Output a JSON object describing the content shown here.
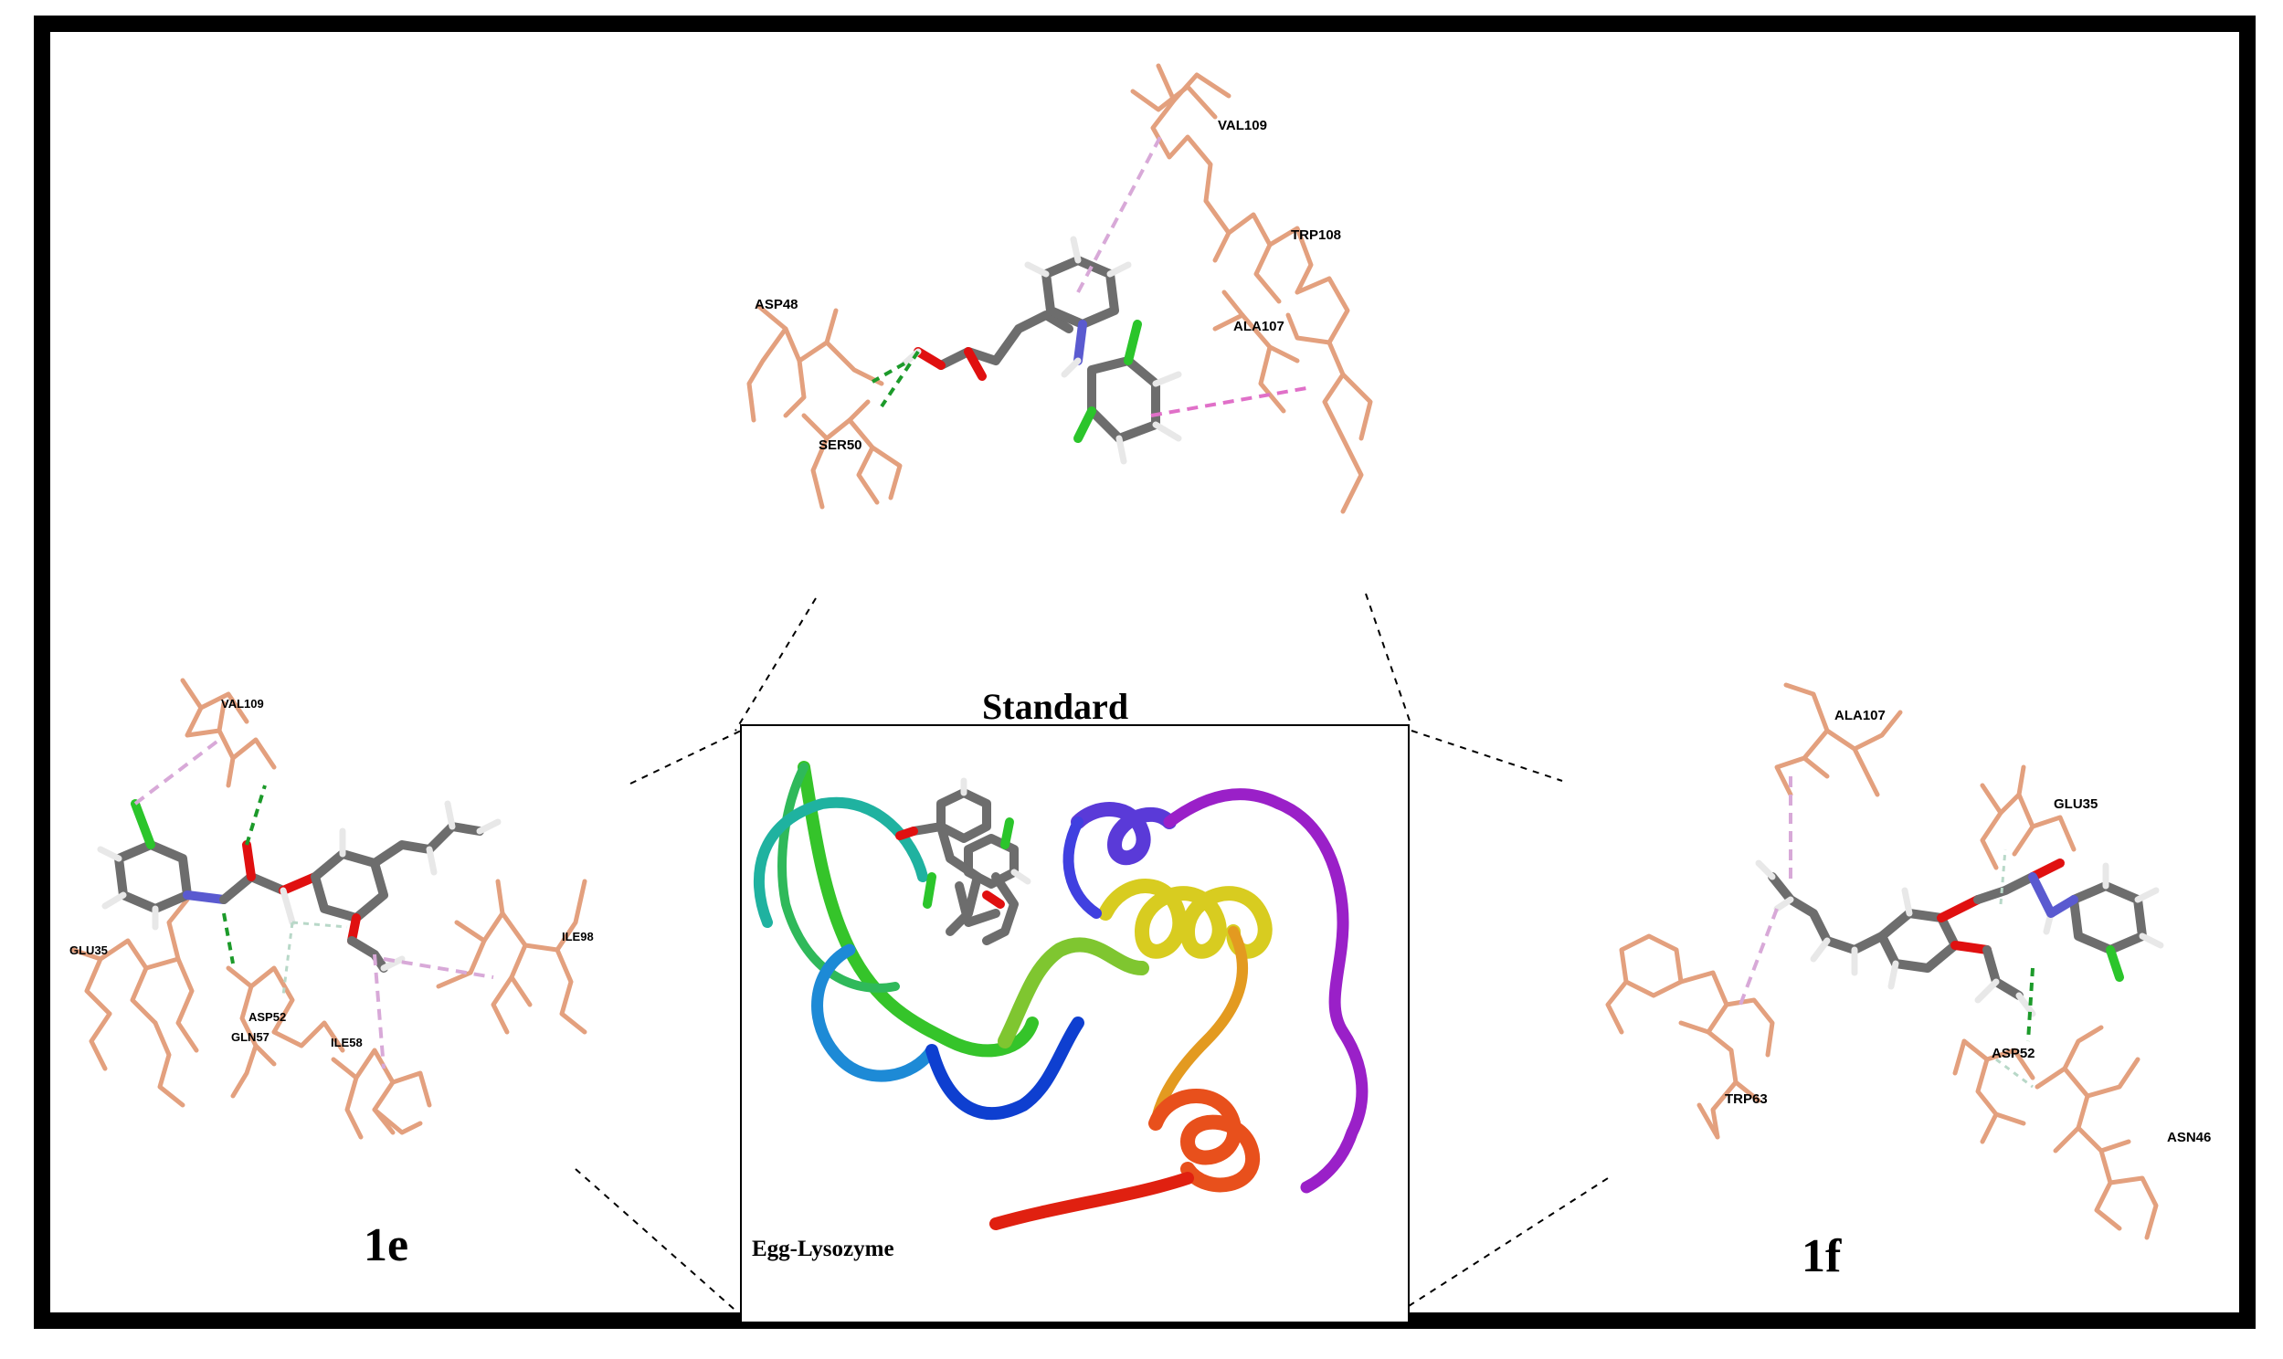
{
  "panels": {
    "top": {
      "residues": [
        "VAL109",
        "TRP108",
        "ASP48",
        "ALA107",
        "SER50"
      ]
    },
    "left": {
      "caption": "1e",
      "residues": [
        "VAL109",
        "GLU35",
        "ILE98",
        "ASP52",
        "GLN57",
        "ILE58"
      ]
    },
    "center": {
      "title": "Standard",
      "caption": "Egg-Lysozyme"
    },
    "right": {
      "caption": "1f",
      "residues": [
        "ALA107",
        "GLU35",
        "TRP63",
        "ASP52",
        "ASN46"
      ]
    }
  },
  "colors": {
    "frame": "#000000",
    "residue": "#e3a07e",
    "ligand": "#6d6d6d",
    "hbond": "#1c9a2a",
    "pi_interaction": "#d8a9d8"
  }
}
